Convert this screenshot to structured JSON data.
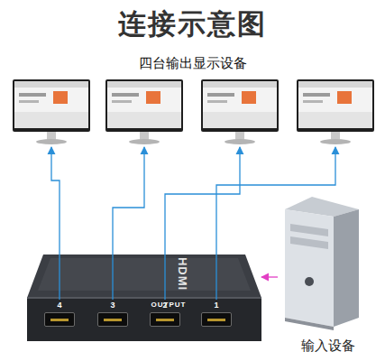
{
  "diagram": {
    "title": "连接示意图",
    "nodes": [
      {
        "text": [
          "四台输出显示设备"
        ]
      },
      {
        "text": [
          "OUTPUT"
        ]
      },
      {
        "text": [
          "4"
        ],
        "in": 1
      },
      {
        "text": [
          "3"
        ],
        "in": 1
      },
      {
        "text": [
          "2"
        ],
        "in": 1
      },
      {
        "text": [
          "1"
        ],
        "in": 1
      },
      {
        "text": [
          "输入设备"
        ]
      }
    ],
    "edges": [
      {
        "from": 2,
        "to": 0,
        "arrow": "to"
      },
      {
        "from": 3,
        "to": 0,
        "arrow": "to"
      },
      {
        "from": 4,
        "to": 0,
        "arrow": "to"
      },
      {
        "from": 5,
        "to": 0,
        "arrow": "to"
      },
      {
        "from": 6,
        "to": 1,
        "arrow": "to"
      }
    ],
    "labels": [
      "HDMI"
    ]
  }
}
